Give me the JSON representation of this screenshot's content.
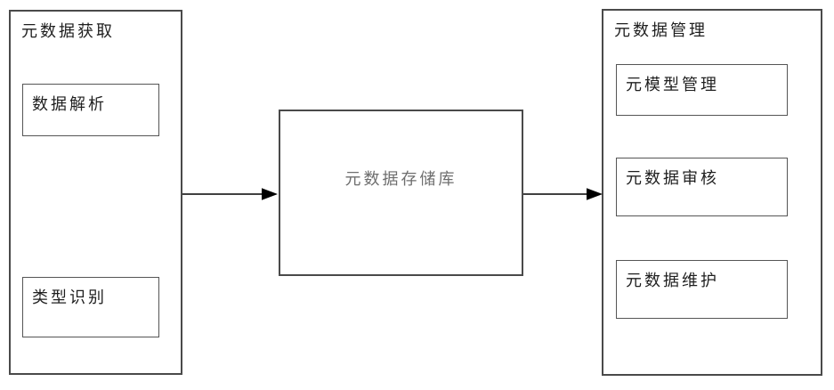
{
  "diagram": {
    "left_panel": {
      "title": "元数据获取",
      "items": [
        {
          "label": "数据解析"
        },
        {
          "label": "类型识别"
        }
      ]
    },
    "center_box": {
      "label": "元数据存储库"
    },
    "right_panel": {
      "title": "元数据管理",
      "items": [
        {
          "label": "元模型管理"
        },
        {
          "label": "元数据审核"
        },
        {
          "label": "元数据维护"
        }
      ]
    },
    "connections": [
      {
        "from": "元数据获取",
        "to": "元数据存储库"
      },
      {
        "from": "元数据存储库",
        "to": "元数据管理"
      }
    ],
    "colors": {
      "background": "#ffffff",
      "border": "#4a4a4a",
      "text": "#1f1f1f",
      "center_text": "#6e6e6e",
      "arrow": "#000000"
    }
  }
}
